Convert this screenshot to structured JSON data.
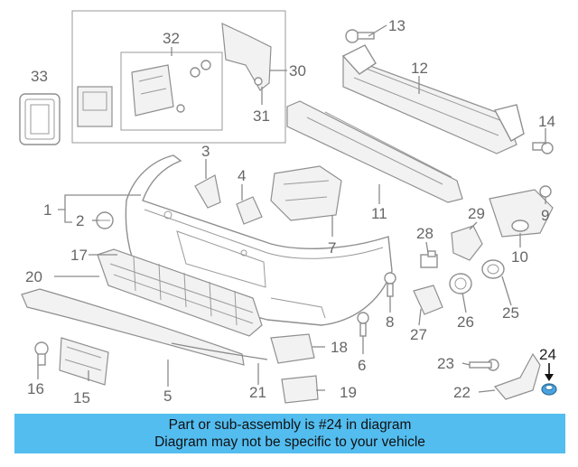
{
  "diagram": {
    "callouts": [
      "1",
      "2",
      "3",
      "4",
      "5",
      "7",
      "8",
      "9",
      "10",
      "11",
      "12",
      "13",
      "14",
      "15",
      "16",
      "17",
      "19",
      "20",
      "21",
      "22",
      "23",
      "24",
      "25",
      "26",
      "27",
      "28",
      "29",
      "30",
      "31",
      "32",
      "33"
    ],
    "callout_18": "18",
    "callout_6": "6",
    "highlighted_part": "24",
    "highlight_color": "#4aa3df"
  },
  "banner": {
    "line1": "Part or sub-assembly is #24 in diagram",
    "line2": "Diagram may not be specific to your vehicle",
    "color": "#53bdf0"
  }
}
